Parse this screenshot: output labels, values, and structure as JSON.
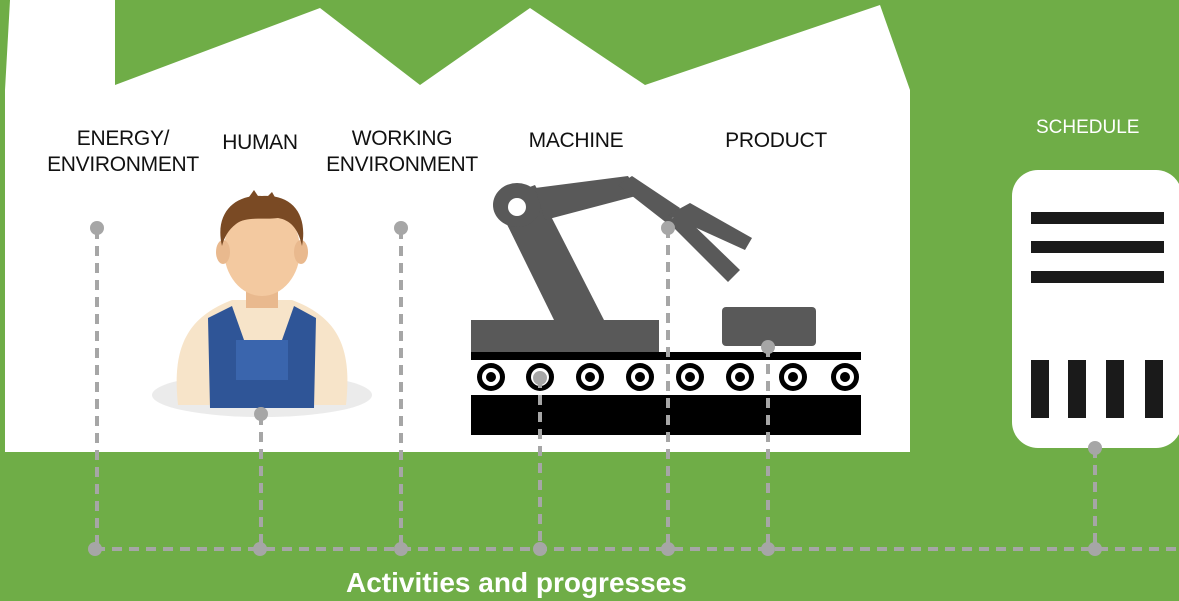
{
  "labels": {
    "energy_line1": "ENERGY/",
    "energy_line2": "ENVIRONMENT",
    "human": "HUMAN",
    "working_line1": "WORKING",
    "working_line2": "ENVIRONMENT",
    "machine": "MACHINE",
    "product": "PRODUCT",
    "schedule": "SCHEDULE"
  },
  "footer": {
    "title": "Activities and progresses"
  },
  "colors": {
    "background": "#6fad47",
    "factory": "#ffffff",
    "machine": "#595959",
    "conveyor": "#000000",
    "connector": "#a6a6a6",
    "worker_overalls": "#2f5597"
  },
  "icons": {
    "worker": "worker-icon",
    "robot_arm": "robot-arm-icon",
    "conveyor": "conveyor-belt-icon",
    "product": "product-box-icon",
    "schedule": "schedule-document-icon"
  }
}
